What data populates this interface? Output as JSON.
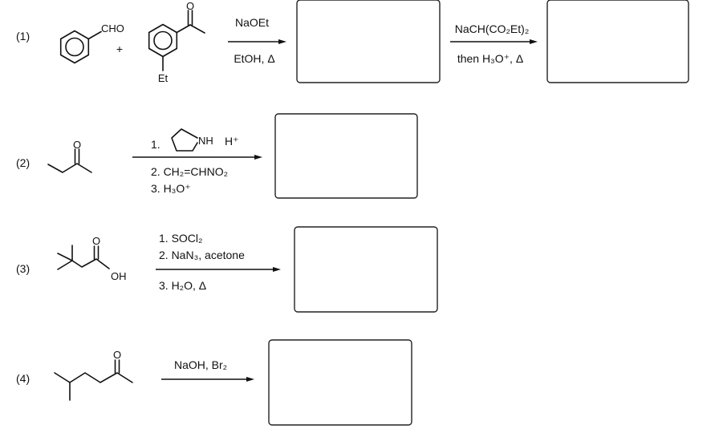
{
  "reactions": [
    {
      "number": "(1)",
      "reactant_a": {
        "substituent": "CHO"
      },
      "plus": "+",
      "reactant_b": {
        "carbonyl_o": "O",
        "substituent": "Et"
      },
      "step1": {
        "above": "NaOEt",
        "below": "EtOH, Δ"
      },
      "step2": {
        "above": "NaCH(CO₂Et)₂",
        "below": "then H₃O⁺, Δ"
      }
    },
    {
      "number": "(2)",
      "reactant": {
        "carbonyl_o": "O"
      },
      "reagents": {
        "line1_num": "1.",
        "pyrrolidine_nh": "NH",
        "acid": "H⁺",
        "line2": "2. CH₂=CHNO₂",
        "line3": "3. H₃O⁺"
      }
    },
    {
      "number": "(3)",
      "reactant": {
        "carbonyl_o": "O",
        "oh": "OH"
      },
      "reagents": {
        "line1": "1. SOCl₂",
        "line2": "2. NaN₃, acetone",
        "line3": "3. H₂O, Δ"
      }
    },
    {
      "number": "(4)",
      "reactant": {
        "carbonyl_o": "O"
      },
      "reagents": {
        "above": "NaOH, Br₂"
      }
    }
  ]
}
